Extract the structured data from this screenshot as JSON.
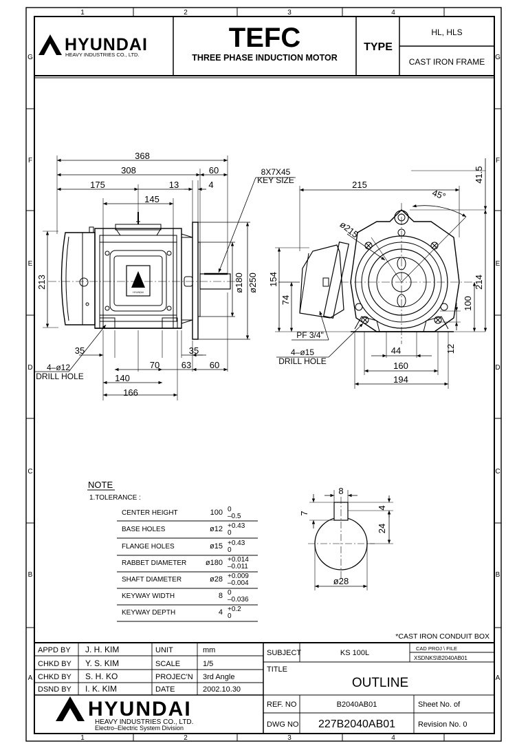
{
  "grid": {
    "cols": [
      "1",
      "2",
      "3",
      "4"
    ],
    "rows": [
      "G",
      "F",
      "E",
      "D",
      "C",
      "B",
      "A"
    ]
  },
  "header": {
    "brand": "HYUNDAI",
    "brand_sub": "HEAVY INDUSTRIES CO., LTD.",
    "product": "TEFC",
    "product_sub": "THREE PHASE INDUCTION MOTOR",
    "type_label": "TYPE",
    "type_value": "HL, HLS",
    "frame": "CAST IRON FRAME"
  },
  "side_view": {
    "dims": {
      "d368": "368",
      "d308": "308",
      "d60top": "60",
      "d175": "175",
      "d13": "13",
      "d4": "4",
      "d145": "145",
      "d213": "213",
      "d180": "ø180",
      "d250": "ø250",
      "d35a": "35",
      "d35b": "35",
      "d70": "70",
      "d63": "63",
      "d60b": "60",
      "d140": "140",
      "d166": "166"
    },
    "key_size": [
      "8X7X45",
      "KEY SIZE"
    ],
    "base_holes": [
      "4–ø12",
      "DRILL HOLE"
    ],
    "badge_text": "HYUNDAI"
  },
  "end_view": {
    "dims": {
      "d215": "215",
      "d215dia": "ø215",
      "d45": "45°",
      "d41_5": "41.5",
      "d154": "154",
      "d74": "74",
      "d214": "214",
      "d100": "100",
      "d12": "12",
      "d44": "44",
      "d160": "160",
      "d194": "194"
    },
    "conduit": "PF 3/4\"",
    "flange_holes": [
      "4–ø15",
      "DRILL HOLE"
    ]
  },
  "notes": {
    "title": "NOTE",
    "subtitle": "1.TOLERANCE :",
    "rows": [
      {
        "label": "CENTER  HEIGHT",
        "nominal": "100",
        "upper": "0",
        "lower": "–0.5"
      },
      {
        "label": "BASE  HOLES",
        "nominal": "ø12",
        "upper": "+0.43",
        "lower": "0"
      },
      {
        "label": "FLANGE  HOLES",
        "nominal": "ø15",
        "upper": "+0.43",
        "lower": "0"
      },
      {
        "label": "RABBET  DIAMETER",
        "nominal": "ø180",
        "upper": "+0.014",
        "lower": "–0.011"
      },
      {
        "label": "SHAFT  DIAMETER",
        "nominal": "ø28",
        "upper": "+0.009",
        "lower": "–0.004"
      },
      {
        "label": "KEYWAY  WIDTH",
        "nominal": "8",
        "upper": "0",
        "lower": "–0.036"
      },
      {
        "label": "KEYWAY  DEPTH",
        "nominal": "4",
        "upper": "+0.2",
        "lower": "0"
      }
    ]
  },
  "shaft_section": {
    "dims": {
      "d8": "8",
      "d7": "7",
      "d4": "4",
      "d24": "24",
      "d28": "ø28"
    }
  },
  "footnote": "*CAST  IRON  CONDUIT  BOX",
  "title_block": {
    "people": [
      {
        "role": "APPD  BY",
        "name": "J. H. KIM",
        "field": "UNIT",
        "value": "mm"
      },
      {
        "role": "CHKD  BY",
        "name": "Y. S. KIM",
        "field": "SCALE",
        "value": "1/5"
      },
      {
        "role": "CHKD  BY",
        "name": "S. H. KO",
        "field": "PROJEC'N",
        "value": "3rd  Angle"
      },
      {
        "role": "DSND  BY",
        "name": "I. K. KIM",
        "field": "DATE",
        "value": "2002.10.30"
      }
    ],
    "brand": "HYUNDAI",
    "brand_sub1": "HEAVY  INDUSTRIES  CO.,  LTD.",
    "brand_sub2": "Electro–Electric  System  Division",
    "subject_label": "SUBJECT",
    "subject": "KS 100L",
    "cad_label": "CAD  PROJ    \\  FILE",
    "cad_value": "XSDNKS\\B2040AB01",
    "title_label": "TITLE",
    "title": "OUTLINE",
    "ref_label": "REF. NO",
    "ref": "B2040AB01",
    "sheet_label": "Sheet  No.     of",
    "dwg_label": "DWG  NO",
    "dwg": "227B2040AB01",
    "rev_label": "Revision  No.   0"
  }
}
